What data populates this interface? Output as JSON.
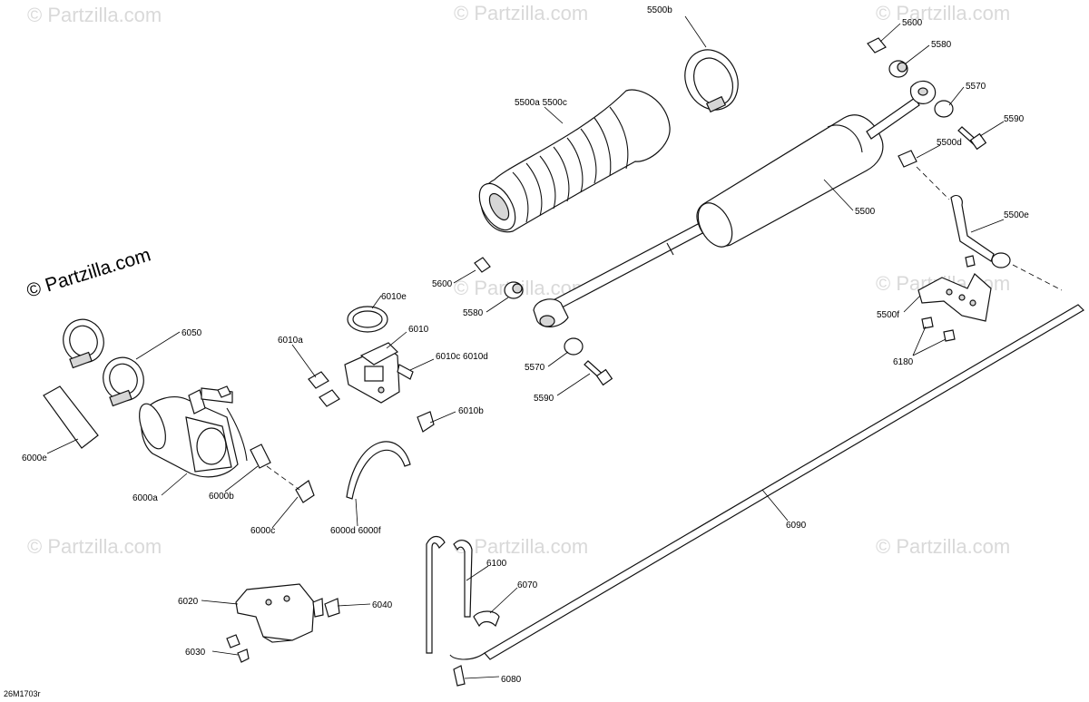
{
  "brand": "© Partzilla.com",
  "watermark": "© Partzilla.com",
  "drawing_code": "26M1703r",
  "labels": {
    "l5600t": "5600",
    "l5580t": "5580",
    "l5570t": "5570",
    "l5590t": "5590",
    "l5500b": "5500b",
    "l5500a": "5500a 5500c",
    "l5500d": "5500d",
    "l5500": "5500",
    "l5500e": "5500e",
    "l5500f": "5500f",
    "l6180": "6180",
    "l5600m": "5600",
    "l5580m": "5580",
    "l5570m": "5570",
    "l5590m": "5590",
    "l6010e": "6010e",
    "l6010": "6010",
    "l6010a": "6010a",
    "l6010cd": "6010c 6010d",
    "l6010b": "6010b",
    "l6050": "6050",
    "l6000e": "6000e",
    "l6000a": "6000a",
    "l6000b": "6000b",
    "l6000c": "6000c",
    "l6000df": "6000d 6000f",
    "l6090": "6090",
    "l6100": "6100",
    "l6070": "6070",
    "l6080": "6080",
    "l6020": "6020",
    "l6040": "6040",
    "l6030": "6030"
  }
}
